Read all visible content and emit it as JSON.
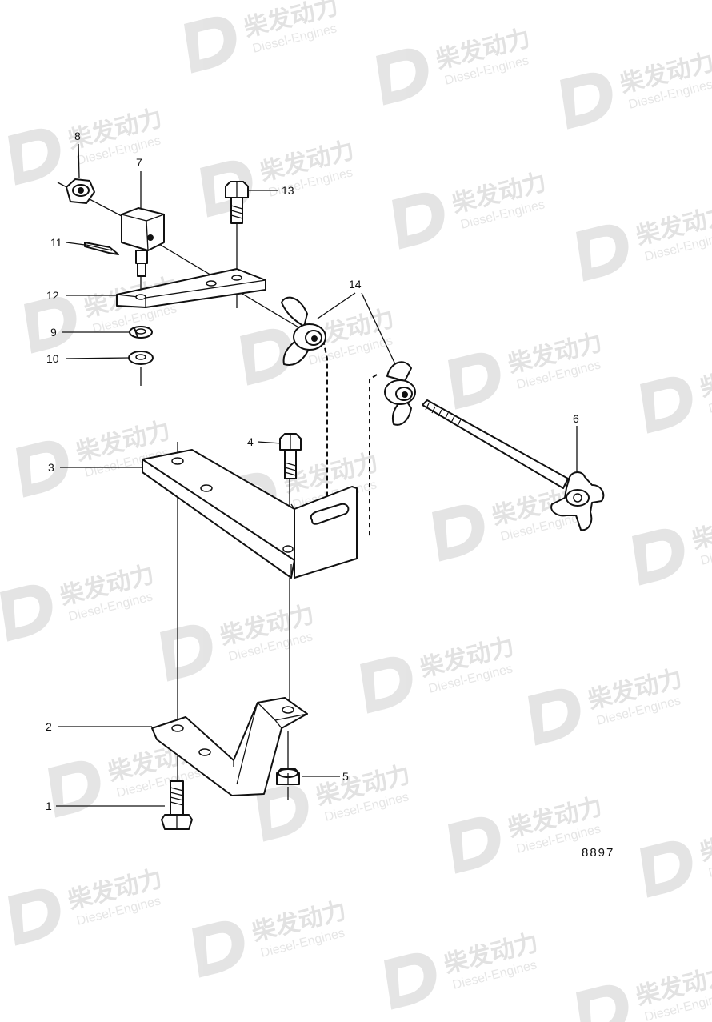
{
  "watermark": {
    "brand_cn": "柴发动力",
    "brand_en": "Diesel-Engines"
  },
  "drawing": {
    "reference_number": "8897",
    "callouts": [
      "1",
      "2",
      "3",
      "4",
      "5",
      "6",
      "7",
      "8",
      "9",
      "10",
      "11",
      "12",
      "13",
      "14"
    ]
  }
}
